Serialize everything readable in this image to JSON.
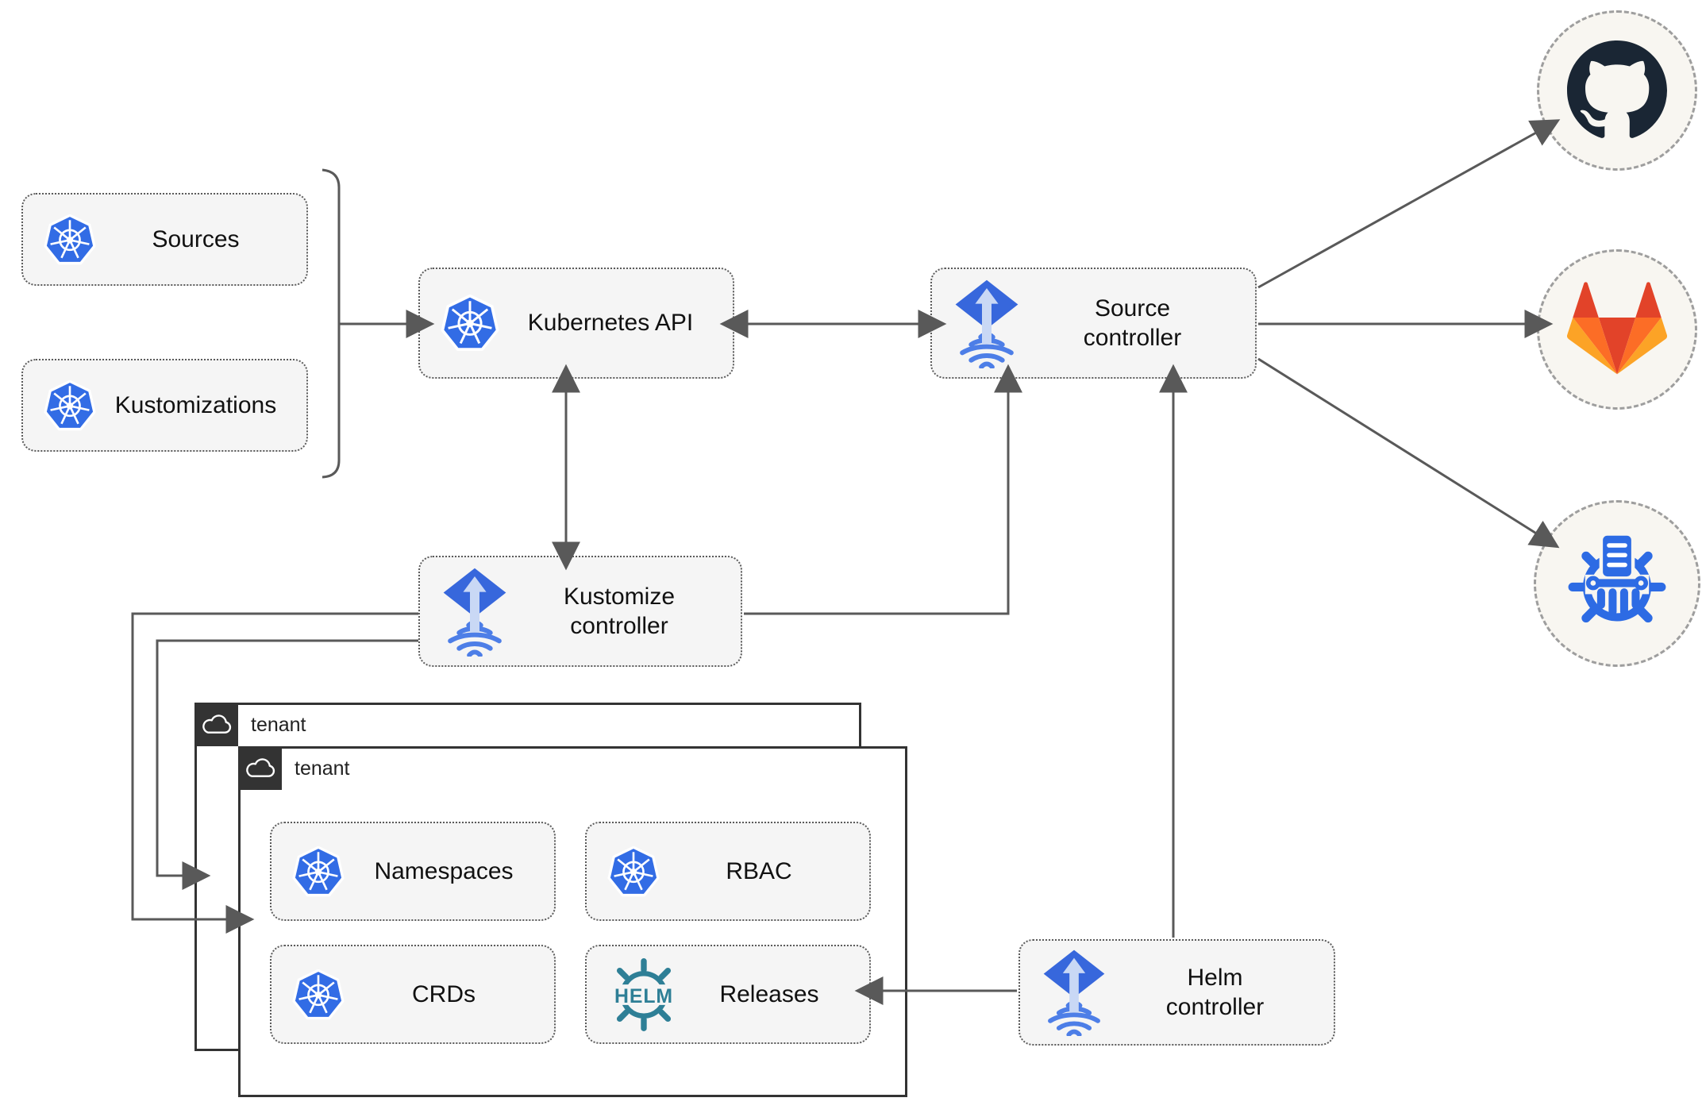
{
  "colors": {
    "node_fill": "#f5f5f5",
    "node_border": "#5b5b5b",
    "tenant_border": "#333333",
    "badge_bg": "#333333",
    "circle_fill": "#f8f6f1",
    "circle_border": "#9e9e9e",
    "line_gray": "#595959",
    "k8s_blue": "#326ce5",
    "flux_blue": "#3767dc",
    "flux_light": "#c9d8f5",
    "flux_stripe": "#4d7ee7",
    "helm_teal": "#2e7f96",
    "manifest_blue": "#2d6be4",
    "github_dark": "#1a2634",
    "gitlab_red": "#e24329",
    "gitlab_orange": "#fc6d26",
    "gitlab_yellow": "#fca326"
  },
  "nodes": {
    "sources": {
      "label": "Sources",
      "icon": "kubernetes"
    },
    "kustomizations": {
      "label": "Kustomizations",
      "icon": "kubernetes"
    },
    "kubernetes_api": {
      "label": "Kubernetes API",
      "icon": "kubernetes"
    },
    "source_controller": {
      "label": "Source controller",
      "icon": "flux"
    },
    "kustomize_controller": {
      "label": "Kustomize controller",
      "icon": "flux"
    },
    "helm_controller": {
      "label": "Helm controller",
      "icon": "flux"
    },
    "namespaces": {
      "label": "Namespaces",
      "icon": "kubernetes"
    },
    "rbac": {
      "label": "RBAC",
      "icon": "kubernetes"
    },
    "crds": {
      "label": "CRDs",
      "icon": "kubernetes"
    },
    "releases": {
      "label": "Releases",
      "icon": "helm"
    }
  },
  "groups": {
    "tenant_back": {
      "label": "tenant",
      "icon": "cloud"
    },
    "tenant_front": {
      "label": "tenant",
      "icon": "cloud"
    }
  },
  "remotes": {
    "github": {
      "icon": "github-octocat"
    },
    "gitlab": {
      "icon": "gitlab-tanuki"
    },
    "manifests": {
      "icon": "kubernetes-manifest-shredder"
    }
  },
  "icons": {
    "helm_wheel_text": "HELM"
  }
}
